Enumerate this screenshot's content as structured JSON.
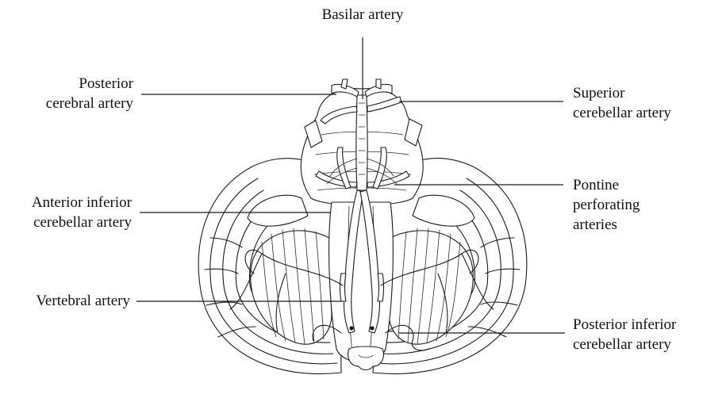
{
  "labels": {
    "basilar": "Basilar artery",
    "posterior_cerebral": [
      "Posterior",
      "cerebral artery"
    ],
    "superior_cerebellar": [
      "Superior",
      "cerebellar artery"
    ],
    "anterior_inferior": [
      "Anterior inferior",
      "cerebellar artery"
    ],
    "pontine": [
      "Pontine",
      "perforating",
      "arteries"
    ],
    "vertebral": "Vertebral artery",
    "posterior_inferior": [
      "Posterior inferior",
      "cerebellar artery"
    ]
  }
}
